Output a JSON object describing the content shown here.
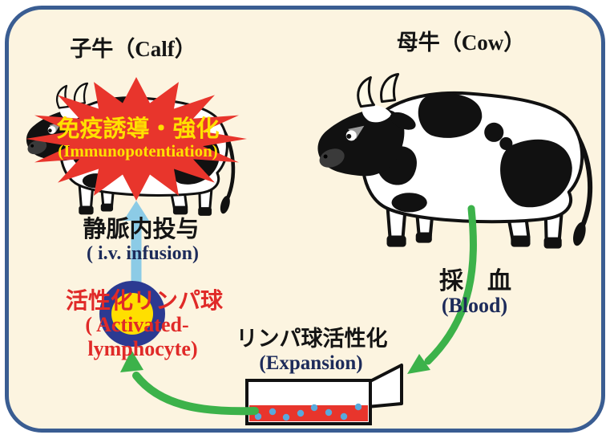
{
  "diagram": {
    "calf": {
      "title": "子牛（Calf）"
    },
    "cow": {
      "title": "母牛（Cow）"
    },
    "immunopotentiation": {
      "jp": "免疫誘導・強化",
      "en": "(Immunopotentiation)"
    },
    "iv_infusion": {
      "jp": "静脈内投与",
      "en": "( i.v. infusion)"
    },
    "activated_lymphocyte": {
      "jp": "活性化リンパ球",
      "en_line1": "( Activated-",
      "en_line2": "lymphocyte)"
    },
    "blood": {
      "jp": "採　血",
      "en": "(Blood)"
    },
    "expansion": {
      "jp": "リンパ球活性化",
      "en": "(Expansion)"
    }
  },
  "icons": {
    "calf_illustration": "holstein-calf-illustration",
    "cow_illustration": "holstein-cow-illustration",
    "starburst": "red-starburst",
    "iv_arrow": "cyan-up-arrow",
    "blood_arrow": "green-curved-down-arrow",
    "return_arrow": "green-curved-up-arrow",
    "cell": "lymphocyte-cell",
    "tray": "culture-tray-with-blood"
  },
  "colors": {
    "panel_background": "#fcf4e0",
    "panel_border": "#3a5d92",
    "starburst_red": "#e8352c",
    "starburst_text_yellow": "#ffe000",
    "label_black": "#141414",
    "label_navy": "#1d2b5a",
    "label_red": "#e02a28",
    "arrow_green": "#3cb24a",
    "arrow_cyan": "#8ccbe6",
    "cell_ring_navy": "#2b3a92",
    "cell_core_yellow": "#ffdf00",
    "tray_liquid_red": "#e8352c",
    "lymphocyte_dot_blue": "#59a9dc",
    "cow_outline": "#111111"
  }
}
